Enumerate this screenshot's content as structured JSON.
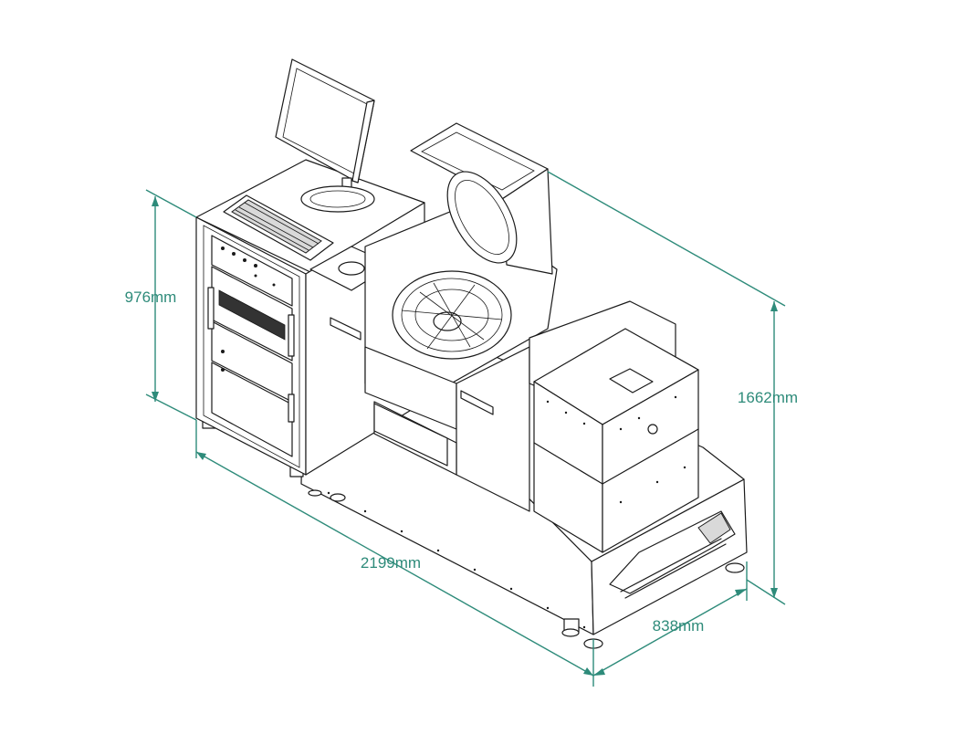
{
  "colors": {
    "dimension": "#2e8b7a",
    "line": "#1a1a1a"
  },
  "dimensions": {
    "cabinet_height": "976mm",
    "total_height": "1662mm",
    "length": "2199mm",
    "depth": "838mm"
  }
}
